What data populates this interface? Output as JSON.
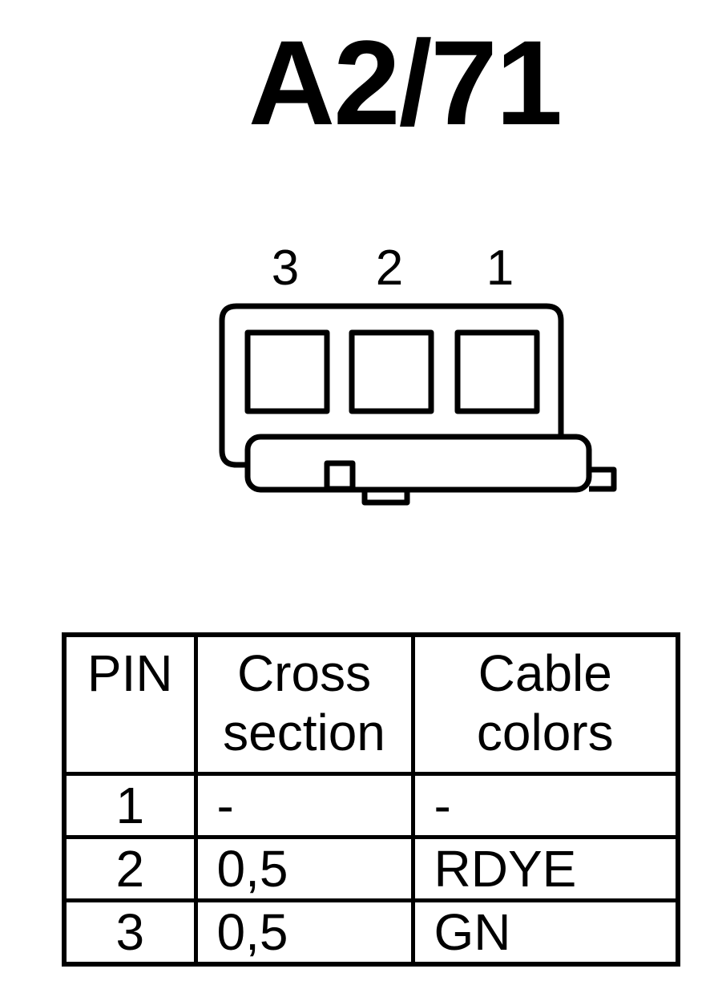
{
  "title": "A2/71",
  "connector": {
    "pin_labels": [
      "3",
      "2",
      "1"
    ]
  },
  "table": {
    "headers": {
      "pin": "PIN",
      "cross_line1": "Cross",
      "cross_line2": "section",
      "color_line1": "Cable",
      "color_line2": "colors"
    },
    "rows": [
      {
        "pin": "1",
        "cross": "-",
        "color": "-"
      },
      {
        "pin": "2",
        "cross": "0,5",
        "color": "RDYE"
      },
      {
        "pin": "3",
        "cross": "0,5",
        "color": "GN"
      }
    ]
  }
}
